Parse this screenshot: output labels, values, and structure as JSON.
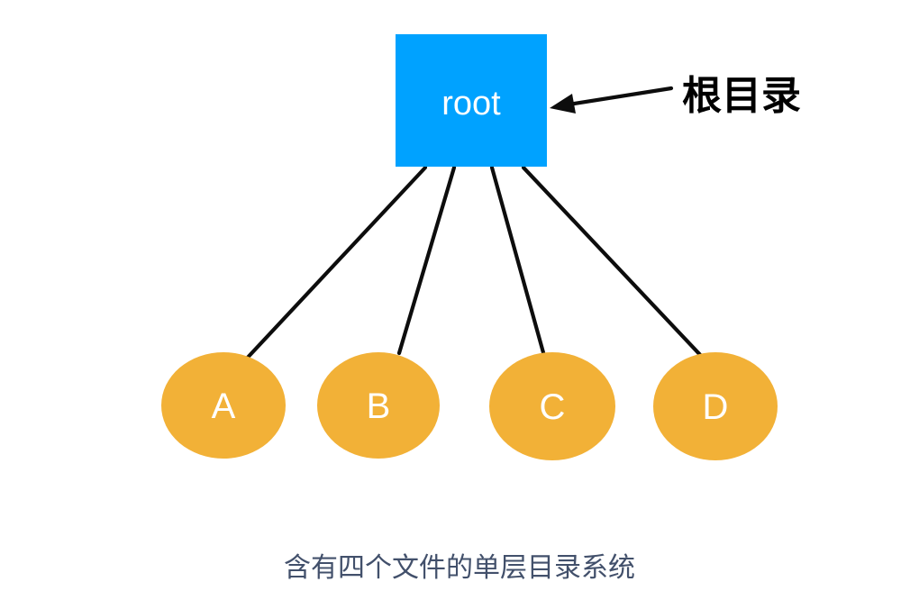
{
  "diagram": {
    "root": {
      "label": "root"
    },
    "files": [
      {
        "label": "A"
      },
      {
        "label": "B"
      },
      {
        "label": "C"
      },
      {
        "label": "D"
      }
    ],
    "annotation": {
      "label": "根目录"
    },
    "caption": "含有四个文件的单层目录系统"
  },
  "colors": {
    "background": "#FFFFFF",
    "root_fill": "#00A2FF",
    "file_fill": "#F2B137",
    "node_text": "#FFFFFF",
    "edge_stroke": "#0D0D0D",
    "annotation_text": "#000000",
    "caption_text": "#42506B"
  }
}
